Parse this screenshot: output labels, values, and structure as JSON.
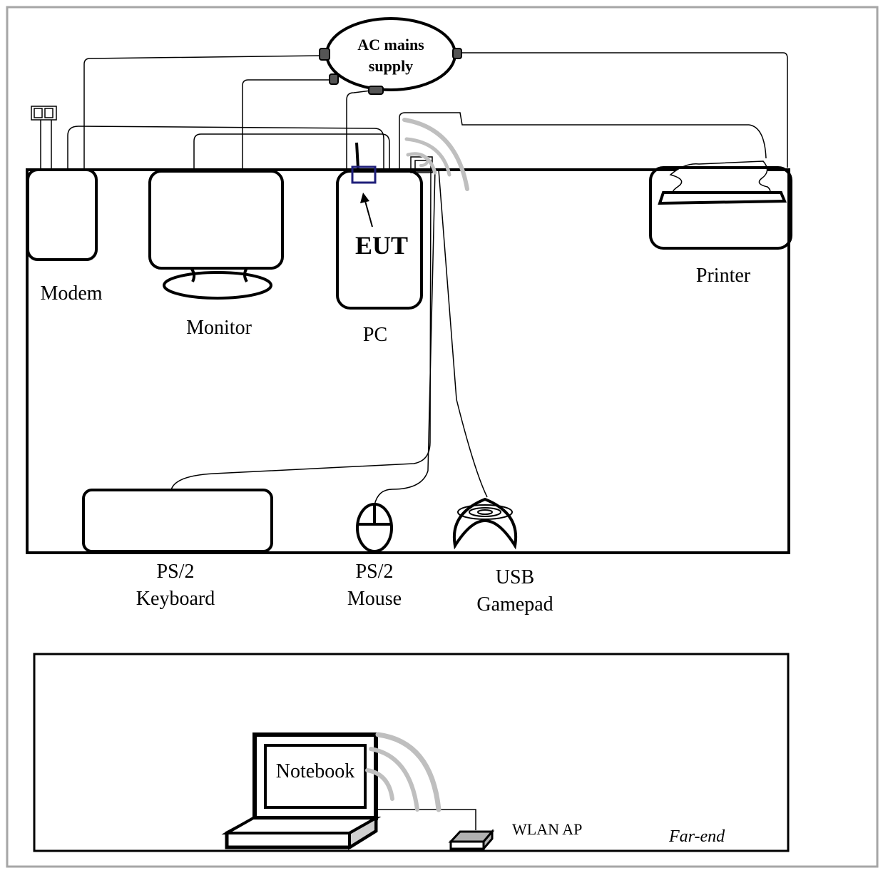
{
  "diagram": {
    "ac_supply": {
      "line1": "AC mains",
      "line2": "supply"
    },
    "modem": "Modem",
    "monitor": "Monitor",
    "pc": "PC",
    "eut": "EUT",
    "printer": "Printer",
    "keyboard": {
      "line1": "PS/2",
      "line2": "Keyboard"
    },
    "mouse": {
      "line1": "PS/2",
      "line2": "Mouse"
    },
    "gamepad": {
      "line1": "USB",
      "line2": "Gamepad"
    },
    "notebook": "Notebook",
    "wlan_ap": "WLAN AP",
    "far_end": "Far-end"
  },
  "colors": {
    "outline": "#000000",
    "frame": "#a6a6a6",
    "wireless": "#bfbfbf",
    "eut_marker": "#1f1f7a"
  }
}
